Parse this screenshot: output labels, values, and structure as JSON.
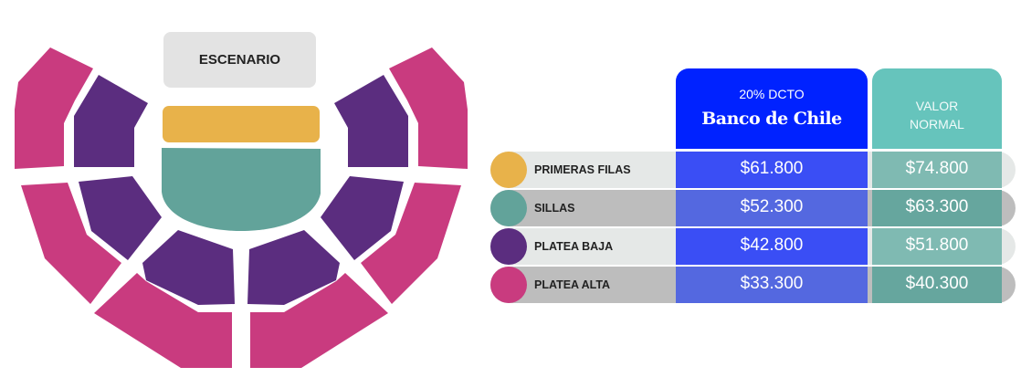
{
  "stage_label": "ESCENARIO",
  "header": {
    "discount": "20% DCTO",
    "bank": "Banco de Chile",
    "normal_line1": "VALOR",
    "normal_line2": "NORMAL"
  },
  "colors": {
    "primeras_filas": "#e8b24a",
    "sillas": "#62a39a",
    "platea_baja": "#5b2d7f",
    "platea_alta": "#c93b7f"
  },
  "rows": [
    {
      "label": "PRIMERAS FILAS",
      "color": "#e8b24a",
      "discount": "$61.800",
      "normal": "$74.800"
    },
    {
      "label": "SILLAS",
      "color": "#62a39a",
      "discount": "$52.300",
      "normal": "$63.300"
    },
    {
      "label": "PLATEA BAJA",
      "color": "#5b2d7f",
      "discount": "$42.800",
      "normal": "$51.800"
    },
    {
      "label": "PLATEA ALTA",
      "color": "#c93b7f",
      "discount": "$33.300",
      "normal": "$40.300"
    }
  ]
}
